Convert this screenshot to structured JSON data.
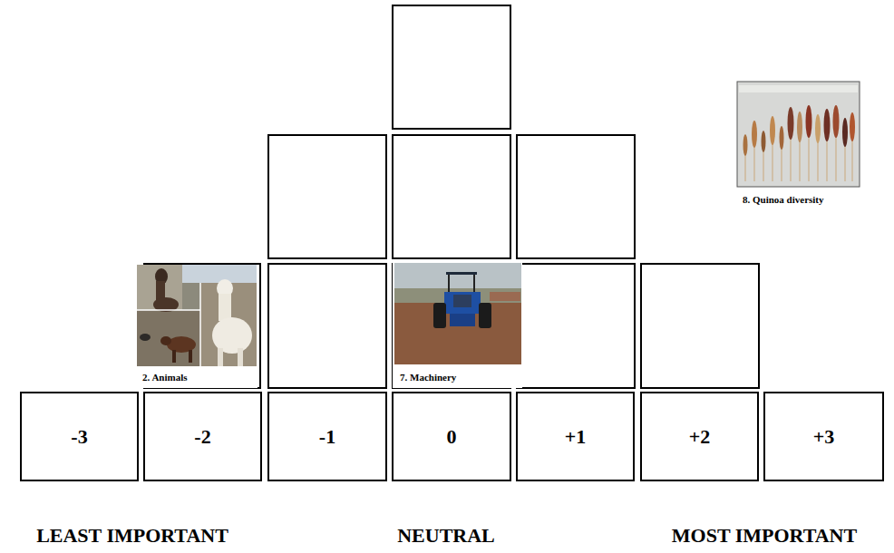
{
  "diagram": {
    "nodes": [
      {
        "text": [
          "8. Quinoa diversity"
        ]
      },
      {
        "text": [
          "2. Animals"
        ]
      },
      {
        "text": [
          "7. Machinery"
        ]
      },
      {
        "text": [
          "-3"
        ]
      },
      {
        "text": [
          "-2"
        ]
      },
      {
        "text": [
          "-1"
        ]
      },
      {
        "text": [
          "0"
        ]
      },
      {
        "text": [
          "+1"
        ]
      },
      {
        "text": [
          "+2"
        ]
      },
      {
        "text": [
          "+3"
        ]
      }
    ],
    "labels": [
      "LEAST IMPORTANT",
      "NEUTRAL",
      "MOST IMPORTANT"
    ]
  }
}
